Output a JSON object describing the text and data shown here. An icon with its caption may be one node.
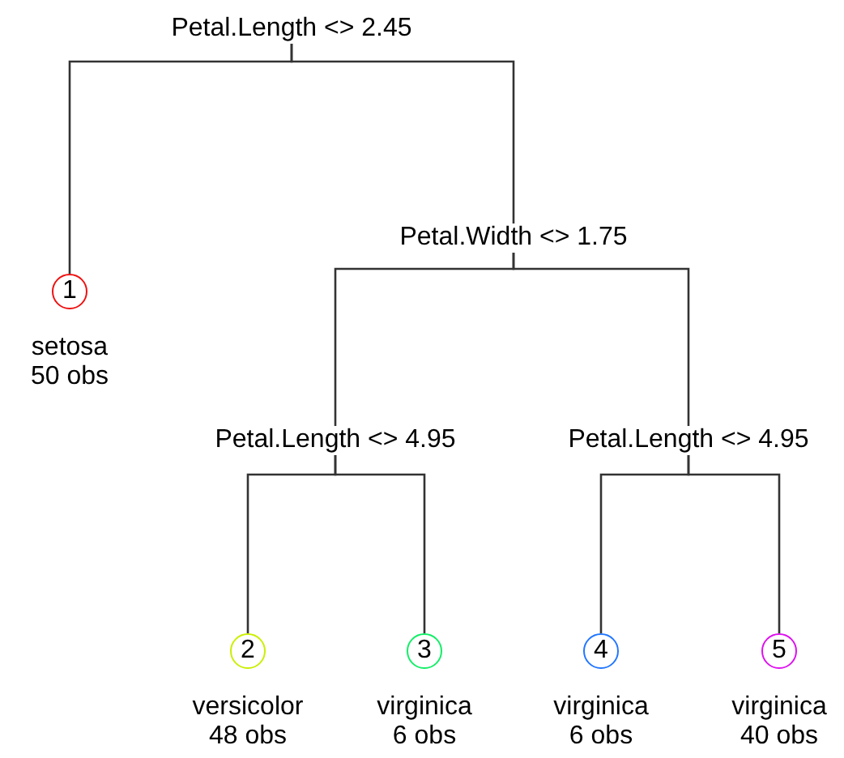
{
  "diagram": {
    "nodes": [
      {
        "text": [
          "Petal.Length <> 2.45"
        ]
      },
      {
        "text": [
          "1"
        ],
        "beside": [
          "setosa",
          "50 obs"
        ]
      },
      {
        "text": [
          "Petal.Width <> 1.75"
        ]
      },
      {
        "text": [
          "Petal.Length <> 4.95"
        ]
      },
      {
        "text": [
          "Petal.Length <> 4.95"
        ]
      },
      {
        "text": [
          "2"
        ],
        "beside": [
          "versicolor",
          "48 obs"
        ]
      },
      {
        "text": [
          "3"
        ],
        "beside": [
          "virginica",
          "6 obs"
        ]
      },
      {
        "text": [
          "4"
        ],
        "beside": [
          "virginica",
          "6 obs"
        ]
      },
      {
        "text": [
          "5"
        ],
        "beside": [
          "virginica",
          "40 obs"
        ]
      }
    ],
    "edges": [
      {
        "from": 0,
        "to": 1,
        "arrow": "none"
      },
      {
        "from": 0,
        "to": 2,
        "arrow": "none"
      },
      {
        "from": 2,
        "to": 3,
        "arrow": "none"
      },
      {
        "from": 2,
        "to": 4,
        "arrow": "none"
      },
      {
        "from": 3,
        "to": 5,
        "arrow": "none"
      },
      {
        "from": 3,
        "to": 6,
        "arrow": "none"
      },
      {
        "from": 4,
        "to": 7,
        "arrow": "none"
      },
      {
        "from": 4,
        "to": 8,
        "arrow": "none"
      }
    ]
  }
}
